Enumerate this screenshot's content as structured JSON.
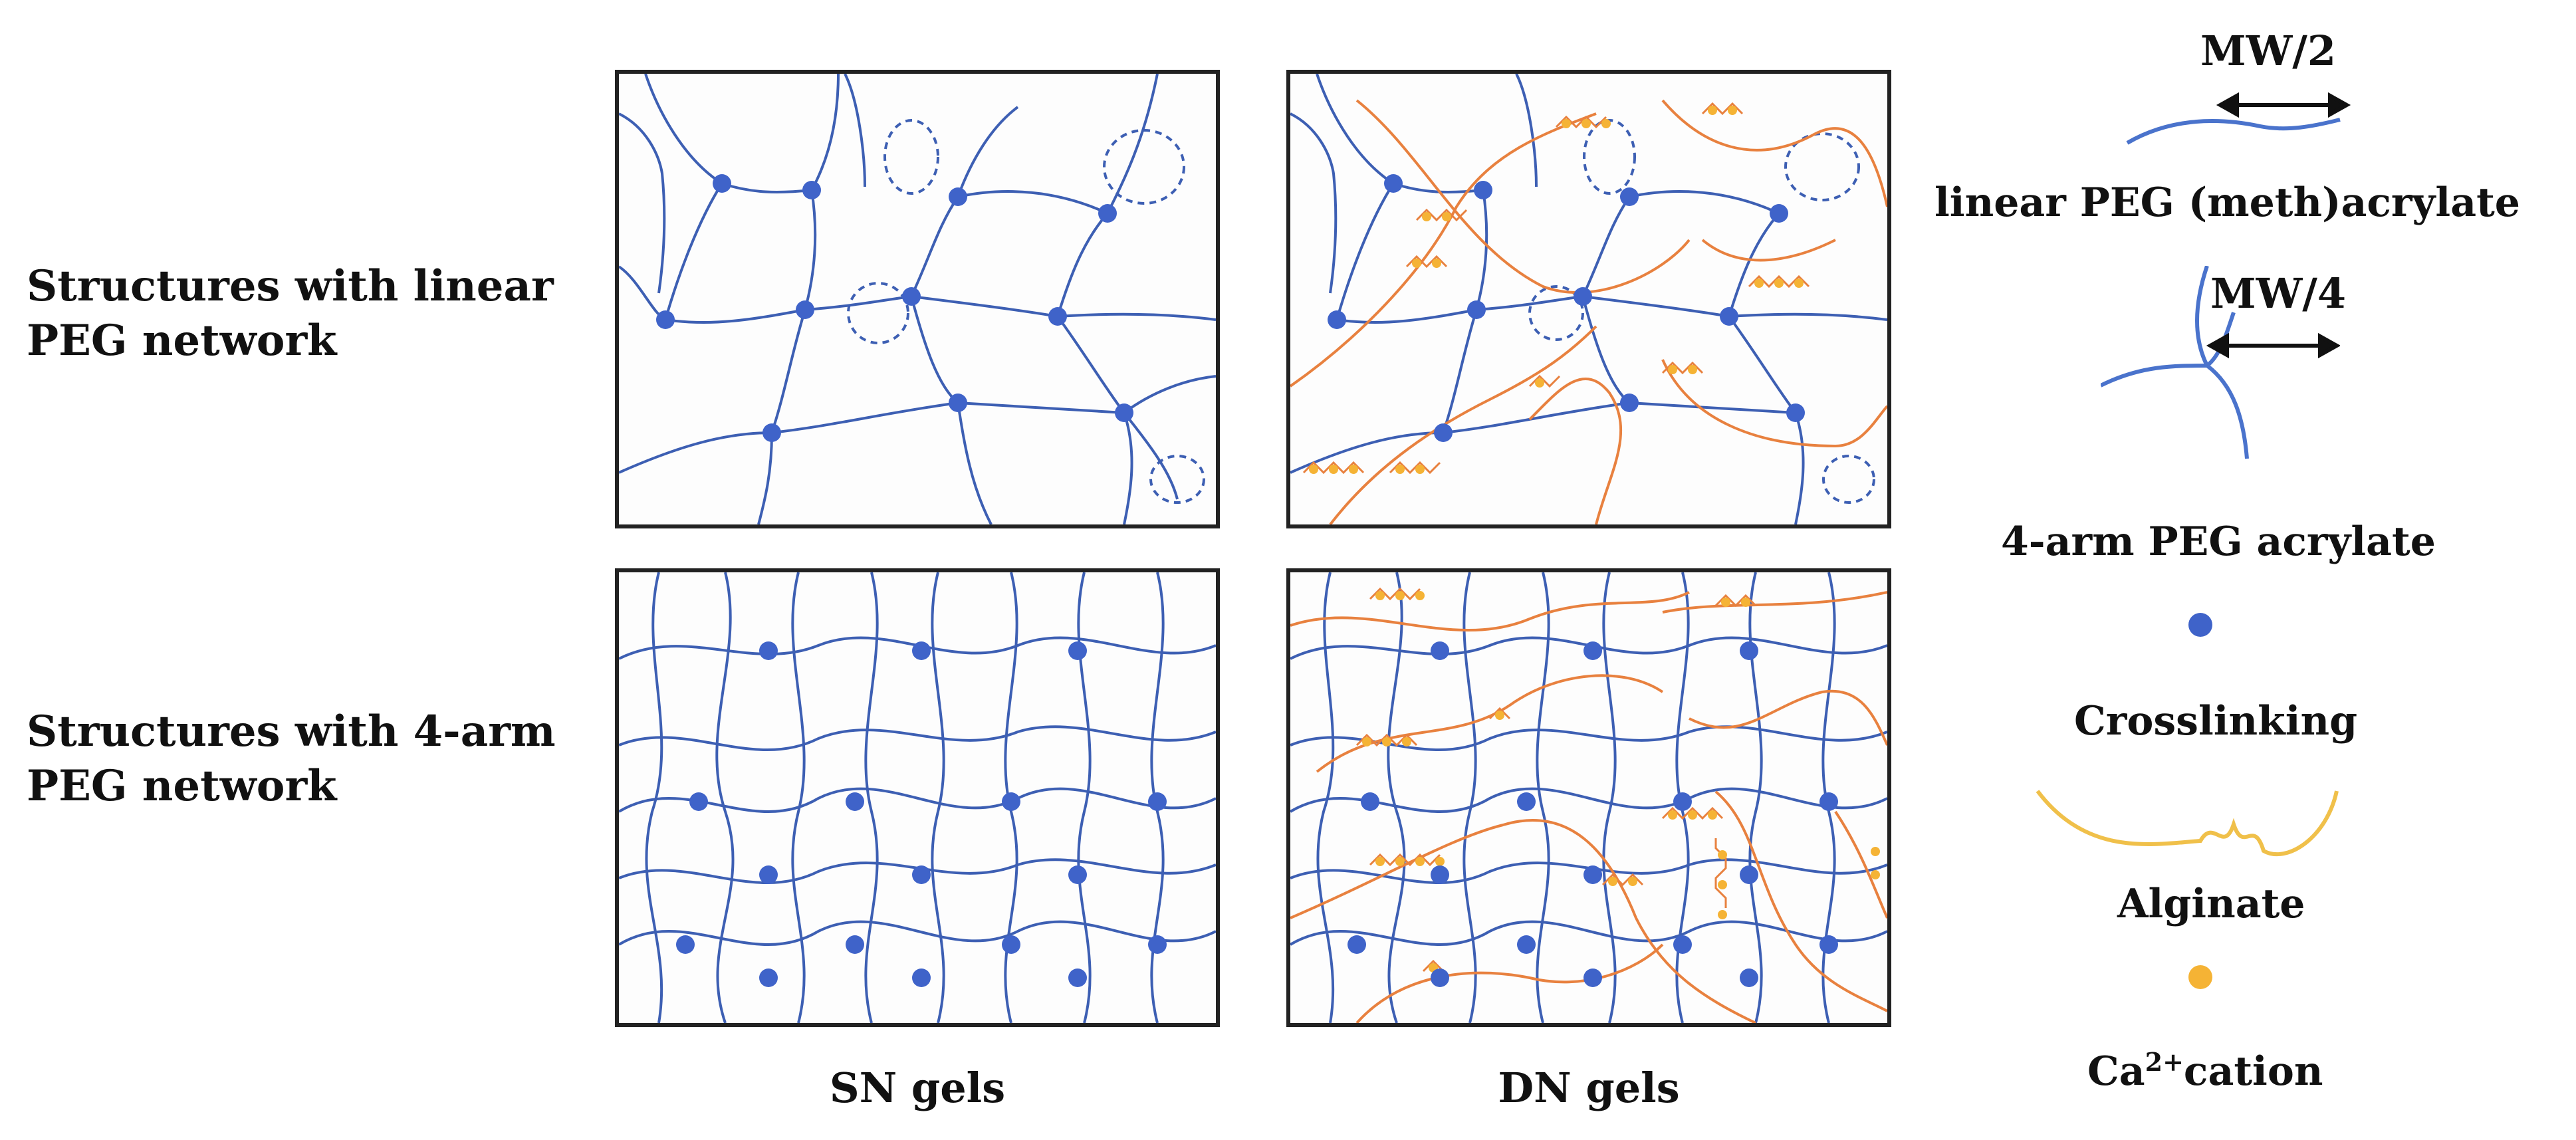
{
  "row_labels": {
    "linear": "Structures with linear\nPEG network",
    "four_arm": "Structures with 4-arm\nPEG network"
  },
  "column_labels": {
    "sn": "SN gels",
    "dn": "DN gels"
  },
  "legend": {
    "mw2": "MW/2",
    "linear_peg": "linear PEG (meth)acrylate",
    "mw4": "MW/4",
    "four_arm_peg": "4-arm PEG acrylate",
    "crosslinking": "Crosslinking",
    "alginate": "Alginate",
    "ca_prefix": "Ca",
    "ca_sup": "2+",
    "ca_suffix": "cation"
  },
  "colors": {
    "peg_chain": "#3d5fb3",
    "crosslink": "#3f63c9",
    "alginate": "#e8813f",
    "alginate_legend": "#f0c04a",
    "calcium": "#f5b335",
    "frame": "#222222"
  }
}
